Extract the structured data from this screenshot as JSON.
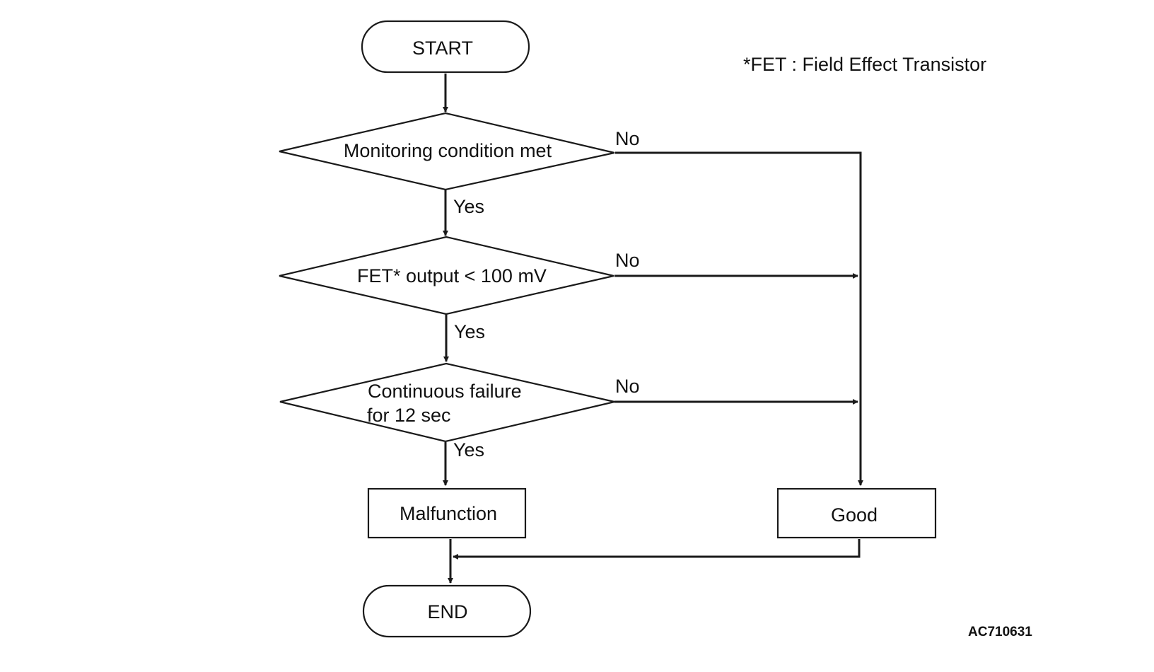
{
  "diagram": {
    "nodes": {
      "start": "START",
      "monitoring": "Monitoring condition met",
      "fet_output": "FET* output < 100 mV",
      "continuous_line1": "Continuous failure",
      "continuous_line2": "for 12 sec",
      "malfunction": "Malfunction",
      "good": "Good",
      "end": "END"
    },
    "edge_labels": {
      "monitoring_no": "No",
      "monitoring_yes": "Yes",
      "fet_no": "No",
      "fet_yes": "Yes",
      "continuous_no": "No",
      "continuous_yes": "Yes"
    },
    "note": "*FET : Field Effect Transistor",
    "figure_code": "AC710631"
  }
}
